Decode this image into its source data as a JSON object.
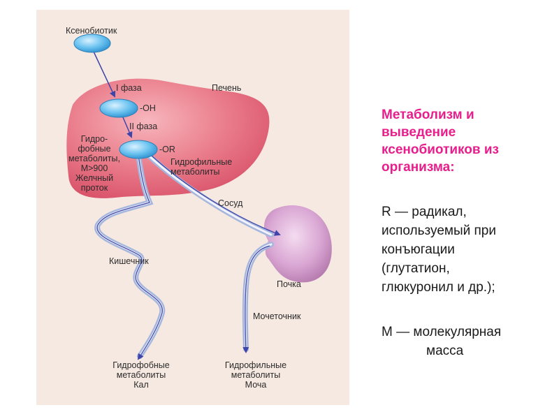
{
  "diagram": {
    "xenobiotic": "Ксенобиотик",
    "phase1": "I фаза",
    "liver": "Печень",
    "oh": "-OH",
    "phase2": "II фаза",
    "or": "-OR",
    "hydrophobic_lines": [
      "Гидро-",
      "фобные",
      "метаболиты,",
      "M>900",
      "Желчный",
      "проток"
    ],
    "hydrophilic_liver_lines": [
      "Гидрофильные",
      "метаболиты"
    ],
    "vessel": "Сосуд",
    "intestine": "Кишечник",
    "kidney": "Почка",
    "ureter": "Мочеточник",
    "out_left": [
      "Гидрофобные",
      "метаболиты",
      "Кал"
    ],
    "out_right": [
      "Гидрофильные",
      "метаболиты",
      "Моча"
    ]
  },
  "side": {
    "title_lines": [
      "Метаболизм и",
      "выведение",
      "ксенобиотиков из",
      "организма:"
    ],
    "r_lines": [
      "R — радикал,",
      "используемый при",
      "конъюгации",
      "(глутатион,",
      "глюкуронил и др.);"
    ],
    "m_lines": [
      "M — молекулярная",
      "масса"
    ]
  },
  "colors": {
    "panel": "#f6e9e1",
    "liver": "#e66a7c",
    "kidney": "#c98cc4",
    "cell": "#56b6ea",
    "arrow": "#3f45a8",
    "title": "#e81e8c"
  }
}
